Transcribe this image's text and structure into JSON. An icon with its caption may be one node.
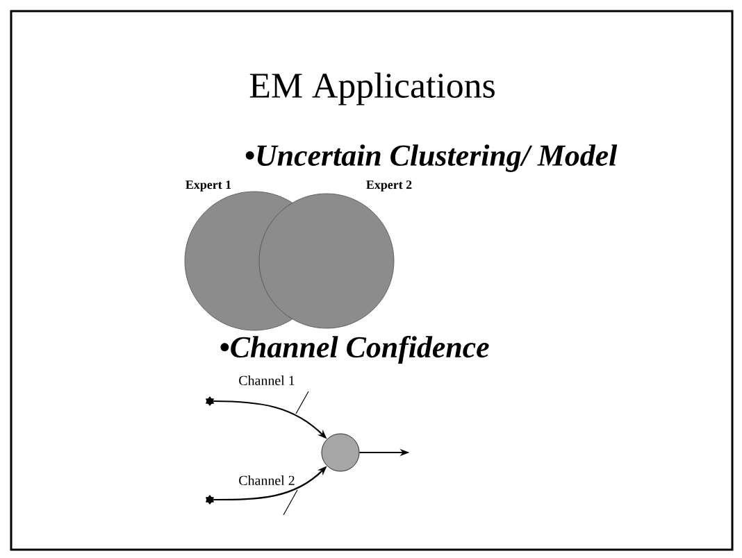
{
  "diagram": {
    "title": "EM Applications",
    "nodes": [
      {
        "text": [
          "Expert 1"
        ]
      },
      {
        "text": [
          "Expert 2"
        ]
      },
      {
        "text": [],
        "shape": "star"
      },
      {
        "text": [],
        "shape": "star"
      },
      {
        "text": [],
        "shape": "circle"
      }
    ],
    "edges": [
      {
        "from": 2,
        "to": 4,
        "arrow": "to",
        "label": "Channel 1"
      },
      {
        "from": 3,
        "to": 4,
        "arrow": "to",
        "label": "Channel 2"
      },
      {
        "from": 4,
        "to": null,
        "arrow": "to"
      }
    ],
    "labels": [
      "•Uncertain Clustering/ Model",
      "•Channel Confidence"
    ]
  }
}
